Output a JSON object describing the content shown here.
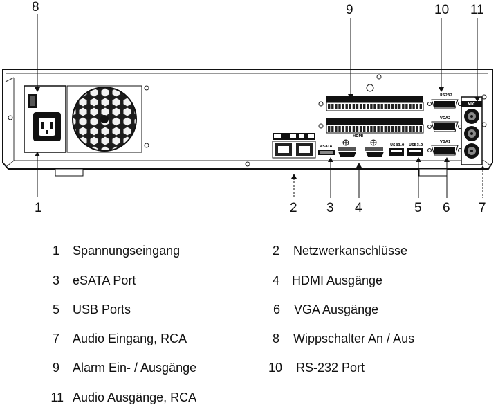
{
  "callouts": [
    {
      "id": "1",
      "label": "1"
    },
    {
      "id": "2",
      "label": "2"
    },
    {
      "id": "3",
      "label": "3"
    },
    {
      "id": "4",
      "label": "4"
    },
    {
      "id": "5",
      "label": "5"
    },
    {
      "id": "6",
      "label": "6"
    },
    {
      "id": "7",
      "label": "7"
    },
    {
      "id": "8",
      "label": "8"
    },
    {
      "id": "9",
      "label": "9"
    },
    {
      "id": "10",
      "label": "10"
    },
    {
      "id": "11",
      "label": "11"
    }
  ],
  "panel_labels": {
    "esata": "eSATA",
    "hdmi_logo": "HDMI",
    "usb_a": "USB3.0",
    "usb_b": "USB3.0",
    "rs232": "RS232",
    "vga2": "VGA2",
    "vga1": "VGA1",
    "mic": "MIC"
  },
  "legend": [
    {
      "num": "1",
      "text": "Spannungseingang"
    },
    {
      "num": "2",
      "text": "Netzwerkanschlüsse"
    },
    {
      "num": "3",
      "text": "eSATA Port"
    },
    {
      "num": "4",
      "text": "HDMI Ausgänge"
    },
    {
      "num": "5",
      "text": "USB Ports"
    },
    {
      "num": "6",
      "text": "VGA Ausgänge"
    },
    {
      "num": "7",
      "text": "Audio Eingang, RCA"
    },
    {
      "num": "8",
      "text": "Wippschalter An / Aus"
    },
    {
      "num": "9",
      "text": "Alarm Ein- / Ausgänge"
    },
    {
      "num": "10",
      "text": "RS-232 Port"
    },
    {
      "num": "11",
      "text": "Audio Ausgänge, RCA"
    }
  ]
}
